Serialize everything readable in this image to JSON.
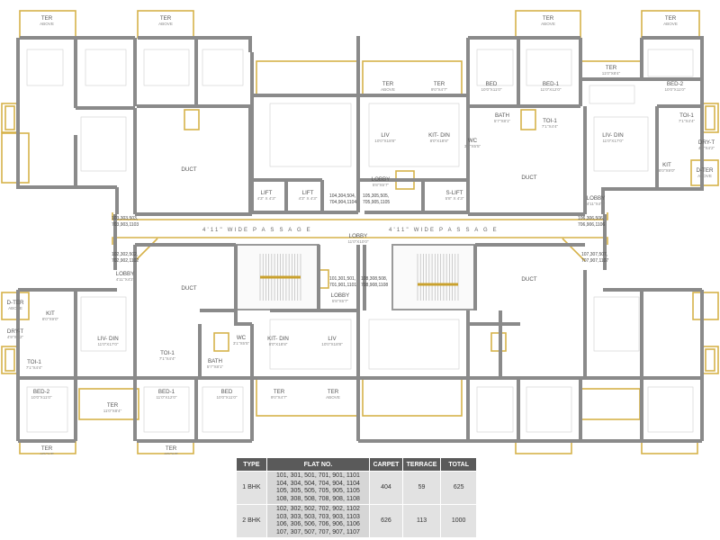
{
  "plan": {
    "rooms": {
      "ter_tl": "TER",
      "ter_tl_sub": "ABOVE",
      "ter_tr": "TER",
      "ter_tr_sub": "ABOVE",
      "ter_tr2": "TER",
      "ter_tr2_sub": "ABOVE",
      "ter_uc_l": "TER",
      "ter_uc_l_sub": "ABOVE",
      "ter_uc_r": "TER",
      "ter_uc_r_sub": "9'0\"X4'7\"",
      "ter_ur": "TER",
      "ter_ur_sub": "11'0\"X8'4\"",
      "bed_tr": "BED",
      "bed_tr_sub": "10'0\"X11'0\"",
      "bed1_tr": "BED-1",
      "bed1_tr_sub": "11'0\"X12'0\"",
      "bed2_tr": "BED-2",
      "bed2_tr_sub": "10'0\"X11'0\"",
      "bath_tr": "BATH",
      "bath_tr_sub": "5'7\"X8'1\"",
      "toi1_tr": "TOI-1",
      "toi1_tr_sub": "7'1\"X4'4\"",
      "toi1_tr2": "TOI-1",
      "toi1_tr2_sub": "7'1\"X4'4\"",
      "wc_tr": "WC",
      "wc_tr_sub": "3'1\"X5'5\"",
      "liv_din_tr": "LIV- DIN",
      "liv_din_tr_sub": "11'0\"X17'0\"",
      "dry_t_tr": "DRY-T",
      "dry_t_tr_sub": "4'9\"X4'2\"",
      "kit_tr": "KIT",
      "kit_tr_sub": "8'0\"X9'0\"",
      "d_ter_tr": "D-TER",
      "d_ter_tr_sub": "ABOVE",
      "liv_c": "LIV",
      "liv_c_sub": "10'0\"X18'8\"",
      "kitdin_c": "KIT- DIN",
      "kitdin_c_sub": "8'0\"X18'8\"",
      "duct_tl": "DUCT",
      "duct_tr": "DUCT",
      "duct_bl": "DUCT",
      "duct_br": "DUCT",
      "lift1": "LIFT",
      "lift1_sub": "4'3\" X 4'3\"",
      "lift2": "LIFT",
      "lift2_sub": "4'3\" X 4'3\"",
      "slift": "S-LIFT",
      "slift_sub": "5'8\" X 4'3\"",
      "lobby_top": "LOBBY",
      "lobby_top_sub": "5'8\"X5'7\"",
      "lobby_r": "LOBBY",
      "lobby_r_sub": "4'11\"X4'2\"",
      "lobby_l": "LOBBY",
      "lobby_l_sub": "4'11\"X4'2\"",
      "lobby_mid": "LOBBY",
      "lobby_mid_sub": "11'0\"X10'0\"",
      "lobby_bot": "LOBBY",
      "lobby_bot_sub": "5'8\"X5'7\"",
      "d_ter_bl": "D-TER",
      "d_ter_bl_sub": "ABOVE",
      "kit_bl": "KIT",
      "kit_bl_sub": "8'0\"X9'0\"",
      "dry_t_bl": "DRY-T",
      "dry_t_bl_sub": "4'9\"X4'2\"",
      "toi1_bl": "TOI-1",
      "toi1_bl_sub": "7'1\"X4'4\"",
      "liv_din_bl": "LIV- DIN",
      "liv_din_bl_sub": "11'0\"X17'0\"",
      "toi1_bl2": "TOI-1",
      "toi1_bl2_sub": "7'1\"X4'4\"",
      "bath_bl": "BATH",
      "bath_bl_sub": "5'7\"X8'1\"",
      "wc_bl": "WC",
      "wc_bl_sub": "3'1\"X5'5\"",
      "kitdin_bc": "KIT- DIN",
      "kitdin_bc_sub": "8'0\"X18'8\"",
      "liv_bc": "LIV",
      "liv_bc_sub": "10'0\"X18'8\"",
      "bed2_bl": "BED-2",
      "bed2_bl_sub": "10'0\"X11'0\"",
      "ter_bl": "TER",
      "ter_bl_sub": "11'0\"X8'4\"",
      "bed1_bl": "BED-1",
      "bed1_bl_sub": "11'0\"X12'0\"",
      "bed_bl": "BED",
      "bed_bl_sub": "10'0\"X11'0\"",
      "ter_bc_l": "TER",
      "ter_bc_l_sub": "9'0\"X4'7\"",
      "ter_bc_r": "TER",
      "ter_bc_r_sub": "ABOVE",
      "ter_bl2": "TER",
      "ter_bl2_sub": "ABOVE",
      "ter_bl3": "TER",
      "ter_bl3_sub": "ABOVE"
    },
    "passage_left": "4'11\" WIDE  P A S S A G E",
    "passage_right": "4'11\" WIDE  P A S S A G E",
    "flat_numbers": {
      "f1a": "103,303,503,",
      "f1b": "703,903,1103",
      "f2a": "104,304,504,",
      "f2b": "704,904,1104",
      "f3a": "105,305,505,",
      "f3b": "705,905,1105",
      "f4a": "106,306,506,",
      "f4b": "706,906,1106",
      "f5a": "102,302,502,",
      "f5b": "702,902,1102",
      "f6a": "107,307,507,",
      "f6b": "707,907,1107",
      "f7a": "101,301,501,",
      "f7b": "701,901,1101",
      "f8a": "108,308,508,",
      "f8b": "708,908,1108"
    }
  },
  "table": {
    "headers": [
      "TYPE",
      "FLAT NO.",
      "CARPET",
      "TERRACE",
      "TOTAL"
    ],
    "rows": [
      {
        "type": "1 BHK",
        "flats": [
          "101, 301, 501, 701, 901, 1101",
          "104, 304, 504, 704, 904, 1104",
          "105, 305, 505, 705, 905, 1105",
          "108, 308, 508, 708, 908, 1108"
        ],
        "carpet": "404",
        "terrace": "59",
        "total": "625"
      },
      {
        "type": "2 BHK",
        "flats": [
          "102, 302, 502, 702, 902, 1102",
          "103, 303, 503, 703, 903, 1103",
          "106, 306, 506, 706, 906, 1106",
          "107, 307, 507, 707, 907, 1107"
        ],
        "carpet": "626",
        "terrace": "113",
        "total": "1000"
      }
    ]
  },
  "colors": {
    "wall": "#8a8a8a",
    "accent": "#d6b24a",
    "header_bg": "#5a5a5a",
    "cell_bg": "#e2e2e2"
  }
}
